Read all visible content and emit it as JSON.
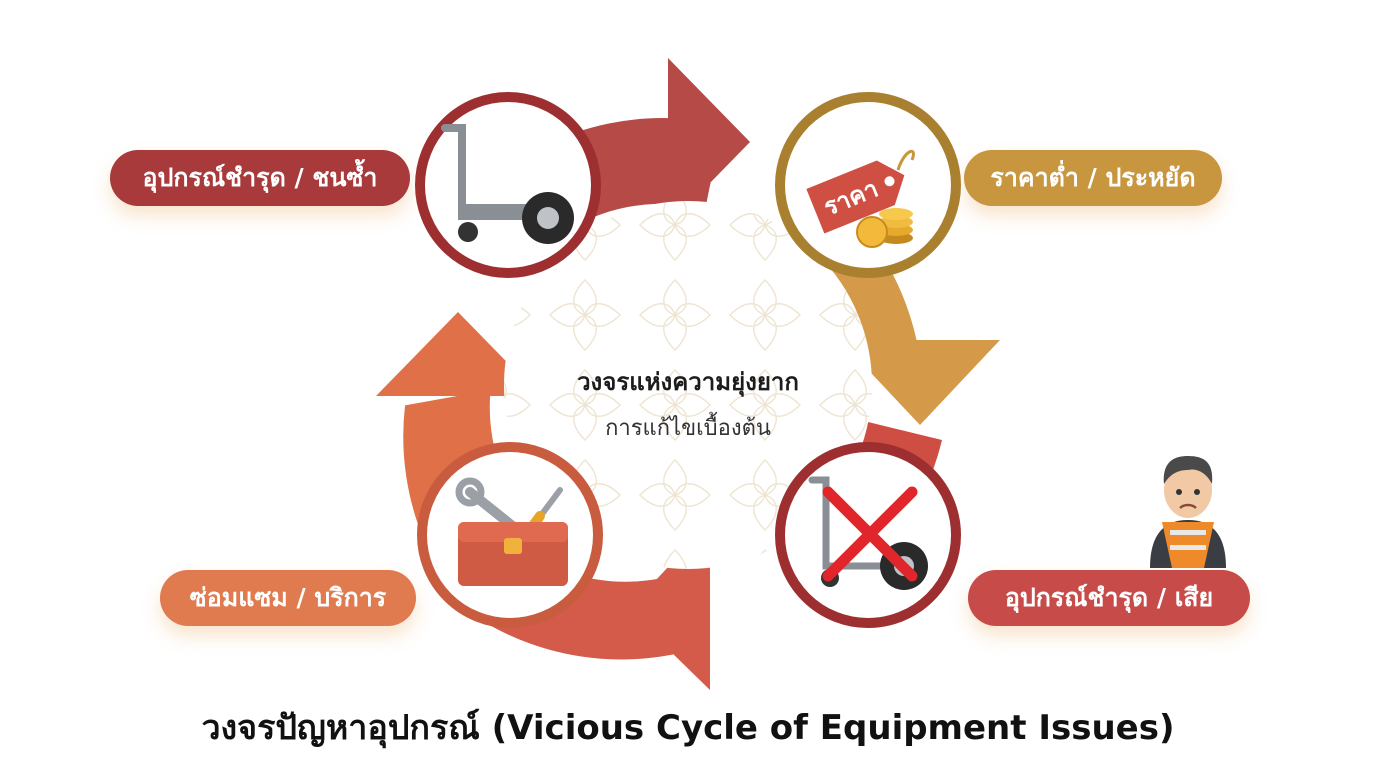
{
  "center": {
    "title": "วงจรแห่งความยุ่งยาก",
    "subtitle": "การแก้ไขเบื้องต้น"
  },
  "labels": {
    "top_left": "อุปกรณ์ชำรุด / ชนซ้ำ",
    "top_right": "ราคาต่ำ / ประหยัด",
    "bottom_left": "ซ่อมแซม / บริการ",
    "bottom_right": "อุปกรณ์ชำรุด / เสีย"
  },
  "price_tag_text": "ราคา",
  "bottom_title": "วงจรปัญหาอุปกรณ์ (Vicious Cycle of Equipment Issues)",
  "icons": [
    "hand-truck-icon",
    "price-tag-icon",
    "coins-icon",
    "broken-hand-truck-icon",
    "red-x-icon",
    "toolbox-icon",
    "wrench-icon",
    "screwdriver-icon",
    "worried-worker-icon"
  ],
  "colors": {
    "arrow_top": "#b54a46",
    "arrow_right": "#d49a4a",
    "arrow_bottom": "#d45a4a",
    "arrow_left": "#e07048",
    "pill_top_left": "#a83a3c",
    "pill_top_right": "#c7963f",
    "pill_bottom_left": "#e07a4f",
    "pill_bottom_right": "#c74b49"
  }
}
